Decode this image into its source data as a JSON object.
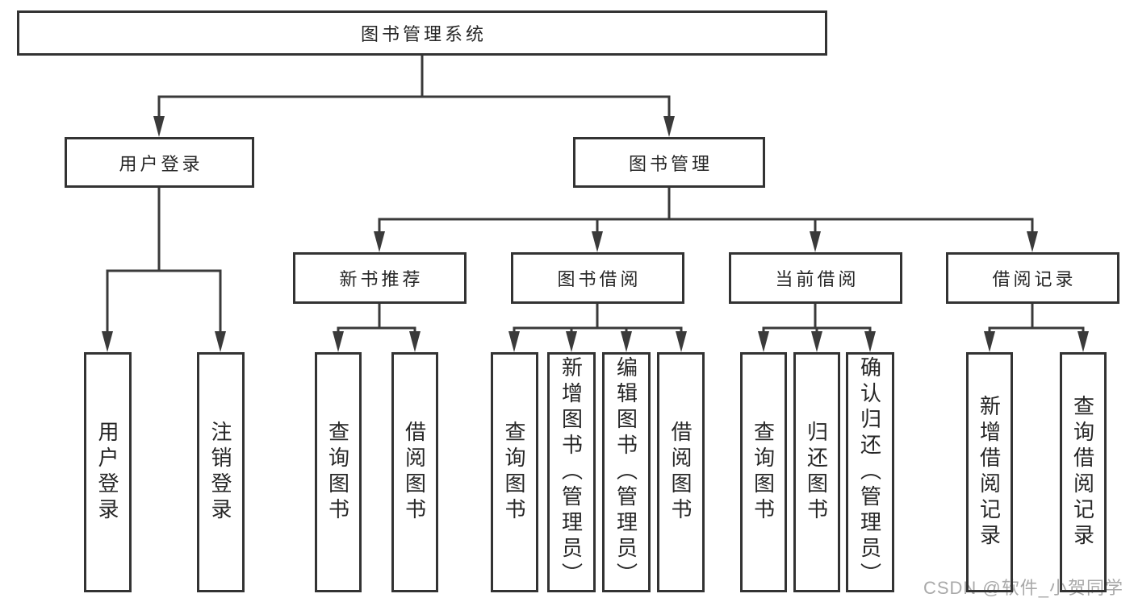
{
  "tree": {
    "root": {
      "label": "图书管理系统"
    },
    "level2": [
      {
        "label": "用户登录",
        "children": [
          {
            "label": "用户登录"
          },
          {
            "label": "注销登录"
          }
        ]
      },
      {
        "label": "图书管理",
        "children": [
          {
            "label": "新书推荐",
            "children": [
              {
                "label": "查询图书"
              },
              {
                "label": "借阅图书"
              }
            ]
          },
          {
            "label": "图书借阅",
            "children": [
              {
                "label": "查询图书"
              },
              {
                "label": "新增图书（管理员）"
              },
              {
                "label": "编辑图书（管理员）"
              },
              {
                "label": "借阅图书"
              }
            ]
          },
          {
            "label": "当前借阅",
            "children": [
              {
                "label": "查询图书"
              },
              {
                "label": "归还图书"
              },
              {
                "label": "确认归还（管理员）"
              }
            ]
          },
          {
            "label": "借阅记录",
            "children": [
              {
                "label": "新增借阅记录"
              },
              {
                "label": "查询借阅记录"
              }
            ]
          }
        ]
      }
    ]
  },
  "watermark": {
    "text": "CSDN @软件_小贺同学"
  },
  "colors": {
    "line": "#3a3a3a",
    "box_border": "#333333",
    "text": "#262626",
    "watermark": "#a9a9a9",
    "background": "#ffffff"
  }
}
